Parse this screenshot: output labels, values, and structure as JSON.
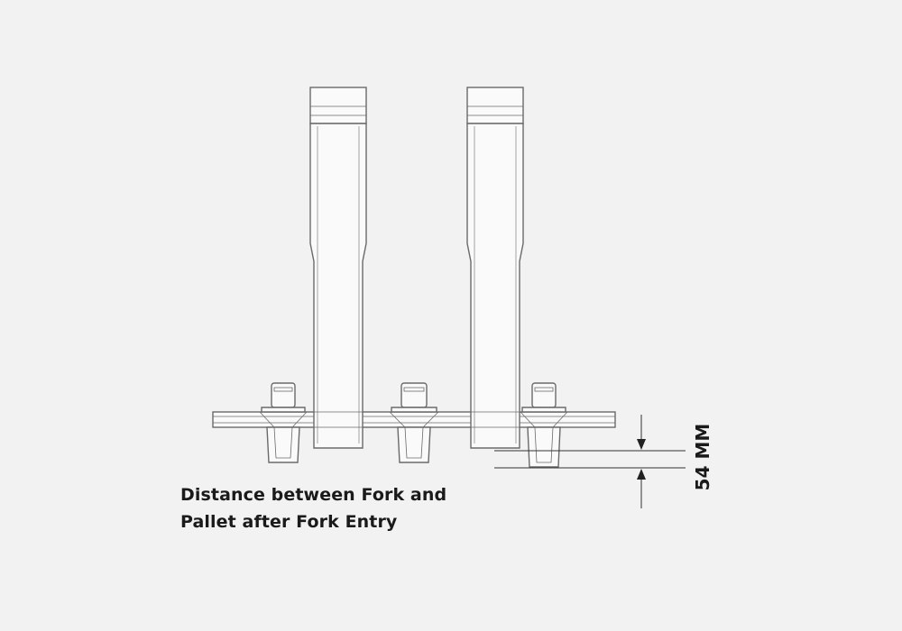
{
  "caption": {
    "line1": "Distance between Fork and",
    "line2": "Pallet after Fork Entry"
  },
  "dimension": {
    "label": "54 MM"
  },
  "colors": {
    "background": "#f2f2f2",
    "line": "#6a6a6a",
    "fill": "#fafafa",
    "text": "#1a1a1a"
  }
}
